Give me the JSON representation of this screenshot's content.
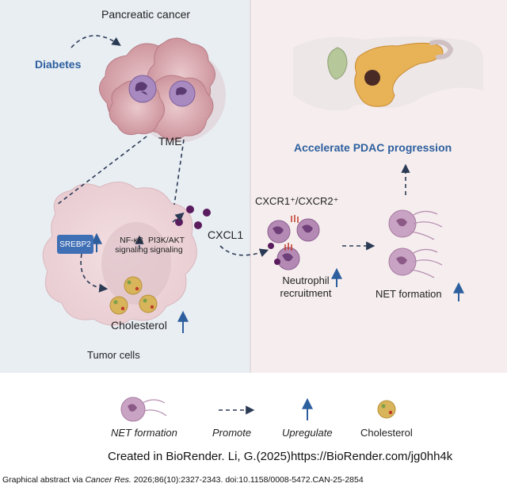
{
  "labels": {
    "pancreatic_cancer": "Pancreatic cancer",
    "diabetes": "Diabetes",
    "tme": "TME",
    "accelerate": "Accelerate PDAC progression",
    "cxcr": "CXCR1⁺/CXCR2⁺",
    "cxcl1": "CXCL1",
    "srebp2": "SREBP2",
    "nfkb": "NF-κB signaling",
    "pi3k": "PI3K/AKT signaling",
    "neutrophil": "Neutrophil recruitment",
    "net_formation": "NET formation",
    "cholesterol": "Cholesterol",
    "tumor_cells": "Tumor cells"
  },
  "legend": {
    "net": "NET formation",
    "promote": "Promote",
    "upregulate": "Upregulate",
    "cholesterol": "Cholesterol"
  },
  "credit": "Created in BioRender. Li, G.(2025)https://BioRender.com/jg0hh4k",
  "footer": {
    "prefix": "Graphical abstract via ",
    "journal": "Cancer Res.",
    "suffix": " 2026;86(10):2327-2343. doi:10.1158/0008-5472.CAN-25-2854"
  },
  "colors": {
    "left_panel": "#e9eef3",
    "right_panel": "#f6eeee",
    "accent_blue": "#2d5f9e",
    "dash": "#2b3a55",
    "cell_pink": "#d7a7ad",
    "neutrophil": "#b48ab5",
    "nucleus": "#6e3f78",
    "cxcl1_dot": "#5a1c5e",
    "cholesterol": "#d8b45a"
  }
}
